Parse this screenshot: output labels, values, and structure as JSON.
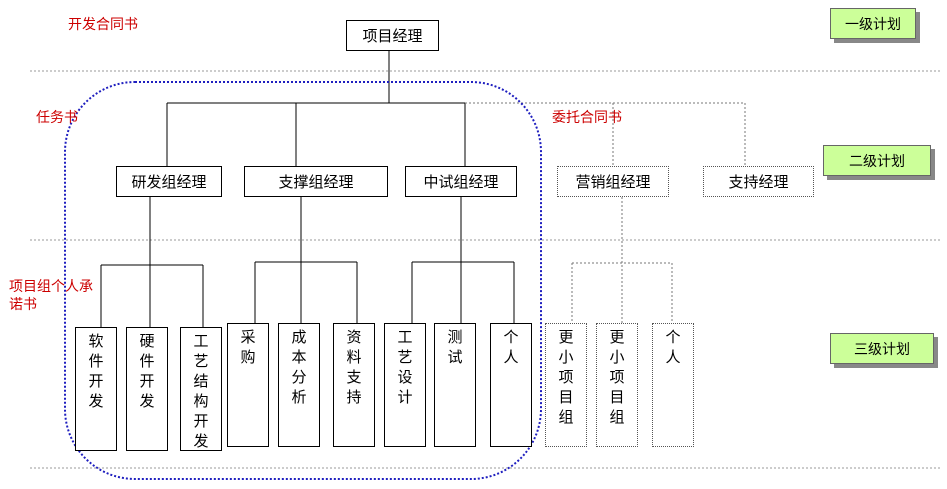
{
  "notes": {
    "dev_contract": "开发合同书",
    "task_book": "任务书",
    "entrust_contract": "委托合同书",
    "personal_commitment": "项目组个人承诺书"
  },
  "levels": {
    "level1": "一级计划",
    "level2": "二级计划",
    "level3": "三级计划"
  },
  "root": "项目经理",
  "level2_nodes": {
    "rd": "研发组经理",
    "support": "支撑组经理",
    "pilot": "中试组经理",
    "marketing": "营销组经理",
    "support_manager": "支持经理"
  },
  "level3_nodes": {
    "software": "软件开发",
    "hardware": "硬件开发",
    "structure": "工艺结构开发",
    "purchase": "采购",
    "cost": "成本分析",
    "material": "资料支持",
    "process": "工艺设计",
    "test": "测试",
    "individual_pilot": "个人",
    "sub_team_1": "更小项目组",
    "sub_team_2": "更小项目组",
    "individual_marketing": "个人"
  },
  "colors": {
    "note_text": "#cc0000",
    "level_fill": "#ccff99",
    "group_outline": "#1f1fbf",
    "separator": "#999999"
  }
}
